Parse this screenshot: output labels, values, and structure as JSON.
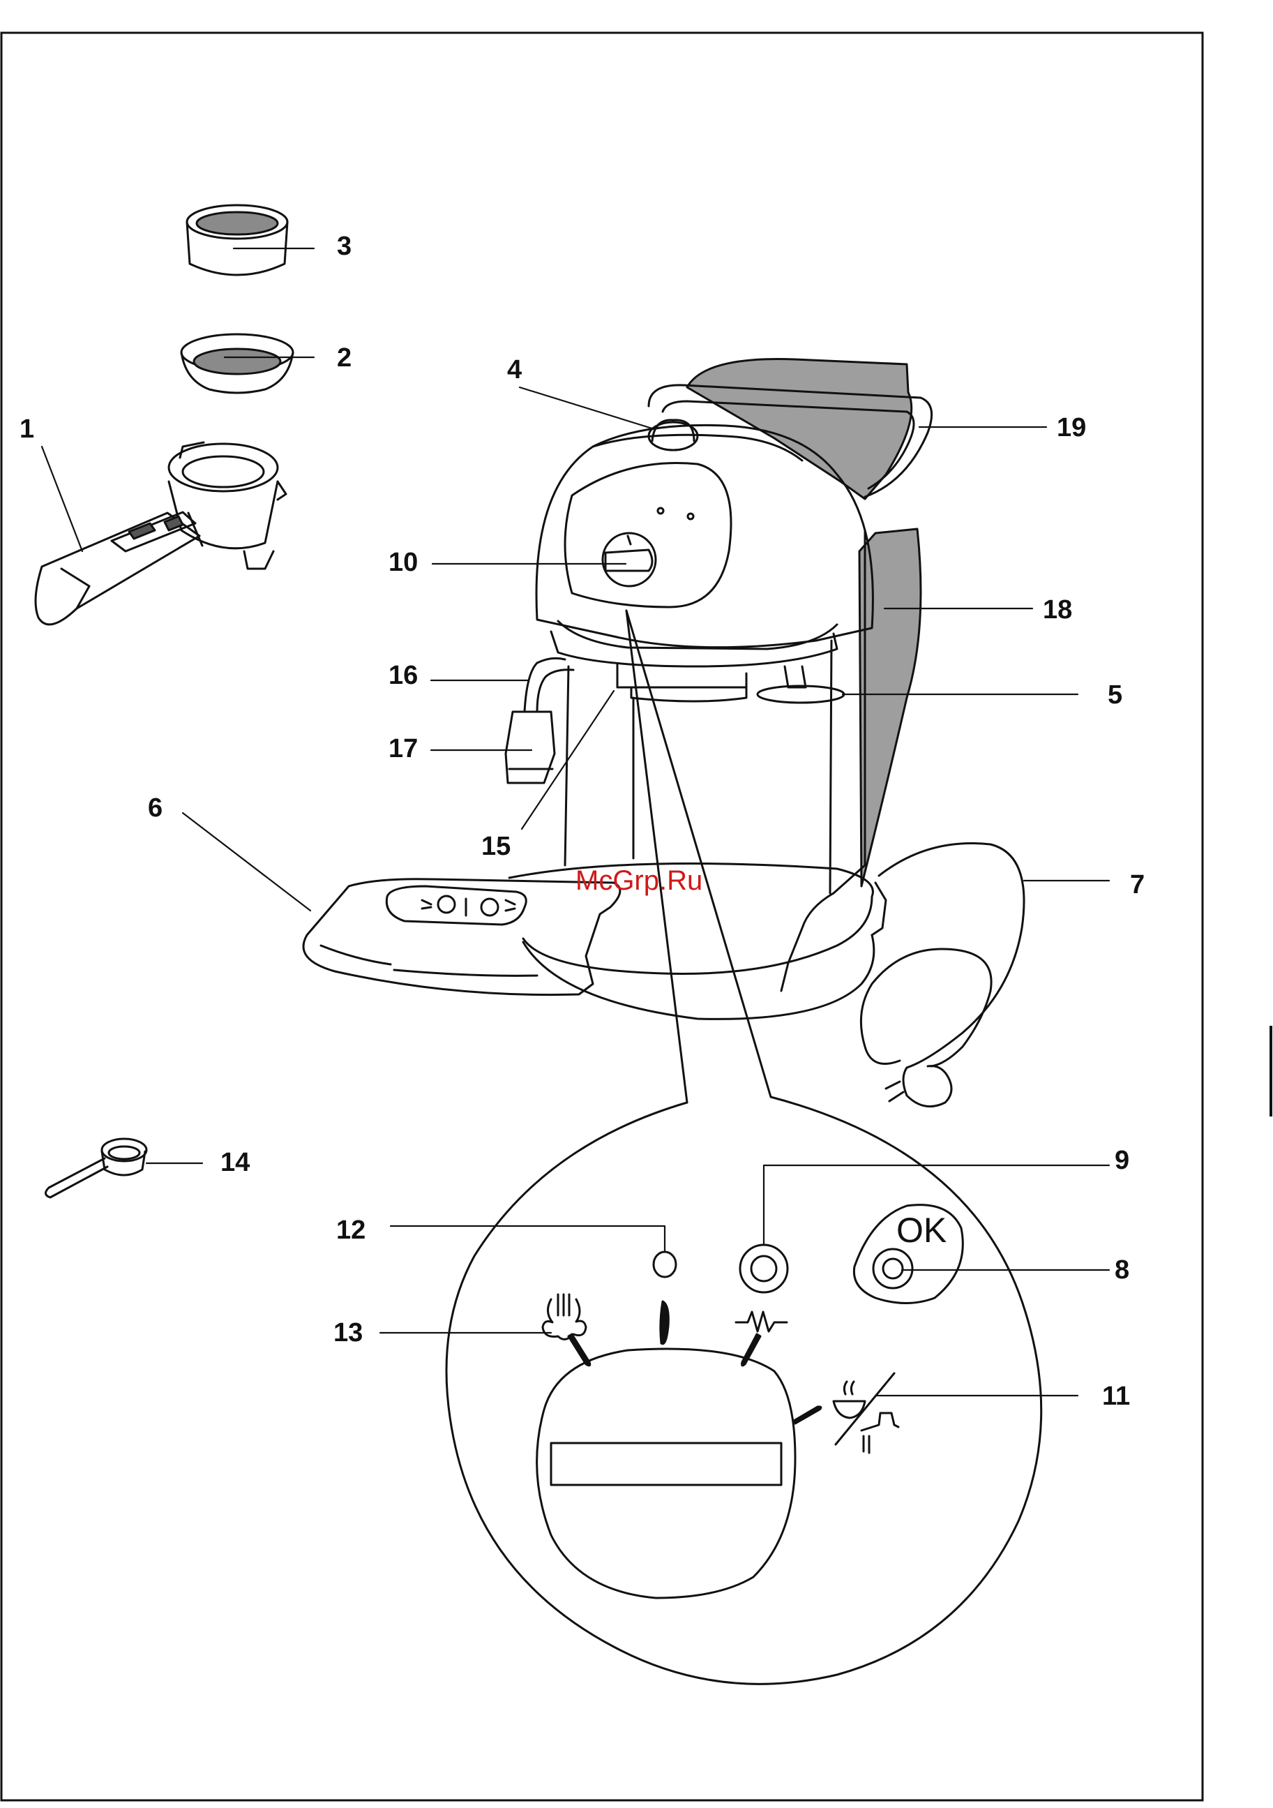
{
  "labels": {
    "l1": "1",
    "l2": "2",
    "l3": "3",
    "l4": "4",
    "l5": "5",
    "l6": "6",
    "l7": "7",
    "l8": "8",
    "l9": "9",
    "l10": "10",
    "l11": "11",
    "l12": "12",
    "l13": "13",
    "l14": "14",
    "l15": "15",
    "l16": "16",
    "l17": "17",
    "l18": "18",
    "l19": "19"
  },
  "panel": {
    "ok_text": "OK"
  },
  "watermark": "McGrp.Ru",
  "colors": {
    "line": "#111111",
    "tank_fill": "#9e9e9e",
    "filter_fill": "#8a8a8a",
    "watermark": "#d01818"
  },
  "icons": [
    "steam-icon",
    "heating-icon",
    "coffee-cup-icon",
    "water-tap-icon"
  ]
}
